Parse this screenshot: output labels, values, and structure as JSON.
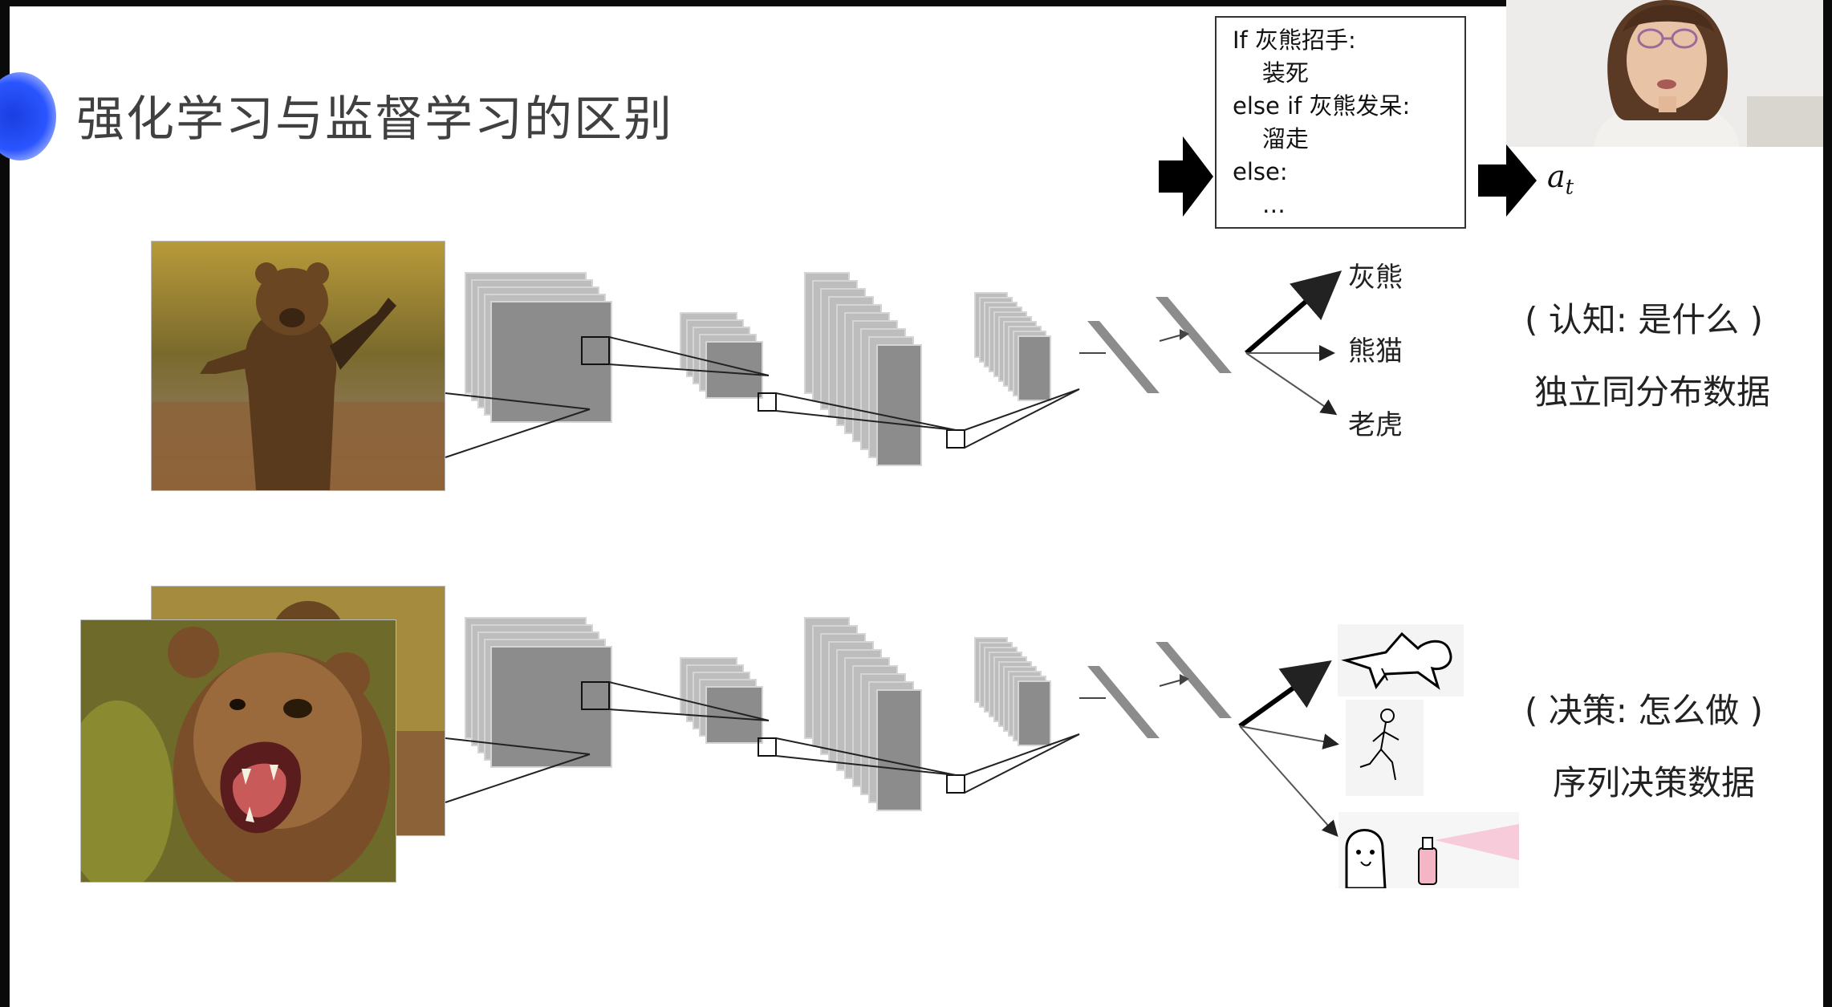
{
  "slide": {
    "title": "强化学习与监督学习的区别"
  },
  "code": {
    "line1": "If 灰熊招手:",
    "line2": "    装死",
    "line3": "else if 灰熊发呆:",
    "line4": "    溜走",
    "line5": "else:",
    "line6": "    …"
  },
  "action_symbol": {
    "base": "a",
    "subscript": "t"
  },
  "top_row": {
    "outputs": [
      "灰熊",
      "熊猫",
      "老虎"
    ],
    "side_line1": "( 认知: 是什么 )",
    "side_line2": "独立同分布数据"
  },
  "bottom_row": {
    "side_line1": "( 决策: 怎么做 )",
    "side_line2": "序列决策数据",
    "actions": [
      "play-dead-icon",
      "run-away-icon",
      "spray-icon"
    ]
  },
  "colors": {
    "accent_blue": "#2a55ff",
    "layer_fill": "#8c8c8c",
    "layer_edge": "#d5d5d5",
    "title_gray": "#404040"
  }
}
